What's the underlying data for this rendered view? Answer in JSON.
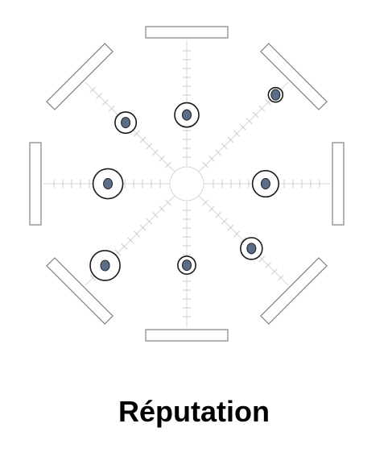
{
  "chart_data": {
    "type": "radial-scatter",
    "title": "Réputation",
    "spokes": 8,
    "series": [
      {
        "spoke": "N",
        "value": 0.41,
        "magnitude": 0.43
      },
      {
        "spoke": "NE",
        "value": 0.86,
        "magnitude": 0.0
      },
      {
        "spoke": "E",
        "value": 0.49,
        "magnitude": 0.52
      },
      {
        "spoke": "SE",
        "value": 0.59,
        "magnitude": 0.32
      },
      {
        "spoke": "S",
        "value": 0.51,
        "magnitude": 0.15
      },
      {
        "spoke": "SW",
        "value": 0.78,
        "magnitude": 0.68
      },
      {
        "spoke": "W",
        "value": 0.49,
        "magnitude": 0.68
      },
      {
        "spoke": "NW",
        "value": 0.55,
        "magnitude": 0.3
      }
    ],
    "colors": {
      "marker": "#5a6e89",
      "ring": "#1a1a1a",
      "axis": "#d7d7d7",
      "tick": "#c9c9c9",
      "panel": "#7f7f7f"
    }
  }
}
